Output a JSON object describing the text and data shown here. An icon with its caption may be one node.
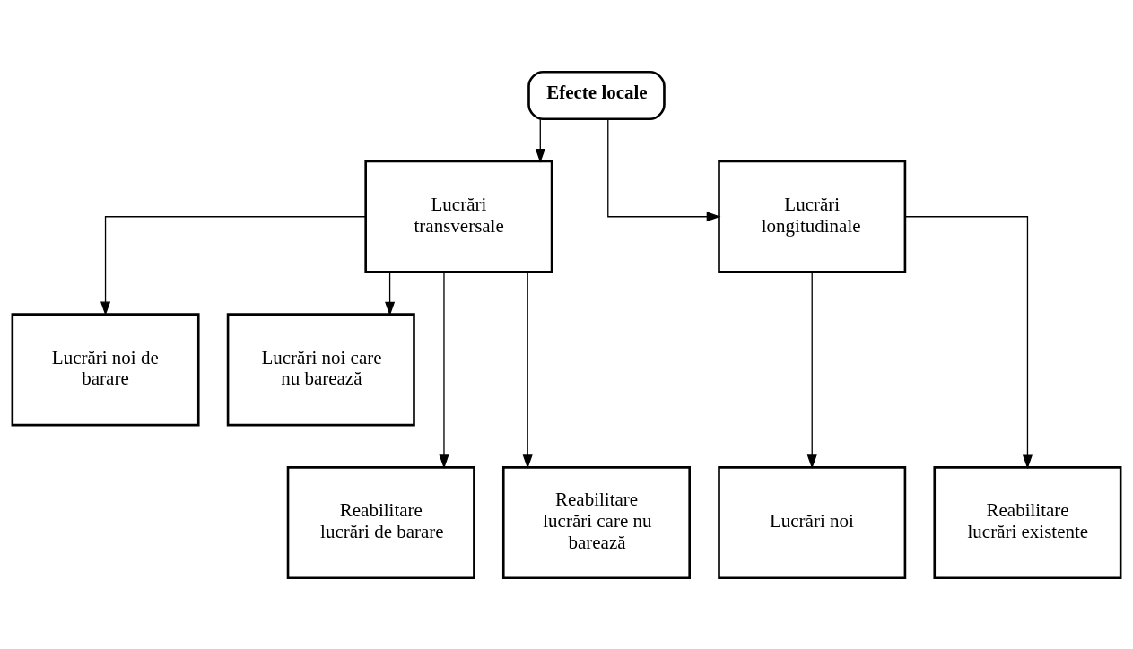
{
  "diagram": {
    "nodes": [
      {
        "text": [
          "Efecte locale"
        ]
      },
      {
        "text": [
          "Lucrări transversale"
        ]
      },
      {
        "text": [
          "Lucrări longitudinale"
        ]
      },
      {
        "text": [
          "Lucrări noi de barare"
        ]
      },
      {
        "text": [
          "Lucrări noi care nu barează"
        ]
      },
      {
        "text": [
          "Reabilitare lucrări de barare"
        ]
      },
      {
        "text": [
          "Reabilitare lucrări care nu barează"
        ]
      },
      {
        "text": [
          "Lucrări noi"
        ]
      },
      {
        "text": [
          "Reabilitare lucrări existente"
        ]
      }
    ],
    "edges": [
      {
        "from": 0,
        "to": 1,
        "arrow": "to"
      },
      {
        "from": 0,
        "to": 2,
        "arrow": "to"
      },
      {
        "from": 1,
        "to": 3,
        "arrow": "to"
      },
      {
        "from": 1,
        "to": 4,
        "arrow": "to"
      },
      {
        "from": 1,
        "to": 5,
        "arrow": "to"
      },
      {
        "from": 1,
        "to": 6,
        "arrow": "to"
      },
      {
        "from": 2,
        "to": 7,
        "arrow": "to"
      },
      {
        "from": 2,
        "to": 8,
        "arrow": "to"
      }
    ]
  }
}
